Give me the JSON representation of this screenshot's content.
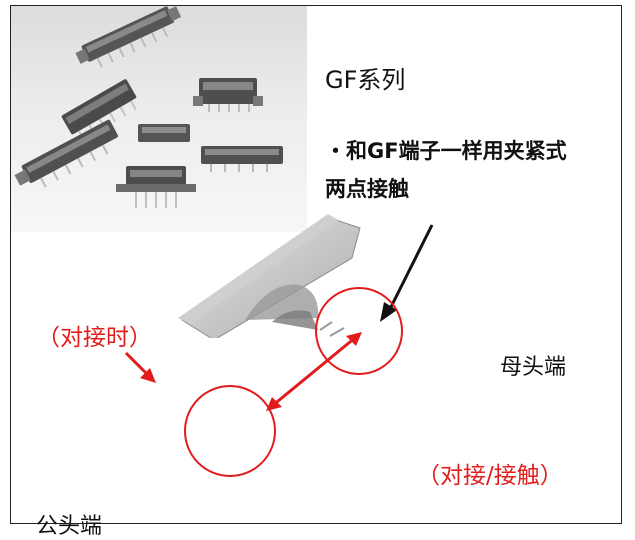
{
  "series_title": "GF系列",
  "feature": {
    "line1": "・和GF端子一样用夹紧式",
    "line2": "两点接触"
  },
  "labels": {
    "mating_when": "（对接时）",
    "female_end": "母头端",
    "mating_contact": "（对接/接触）",
    "male_end": "公头端"
  },
  "colors": {
    "accent_red": "#e21b1b",
    "text_black": "#111111"
  }
}
